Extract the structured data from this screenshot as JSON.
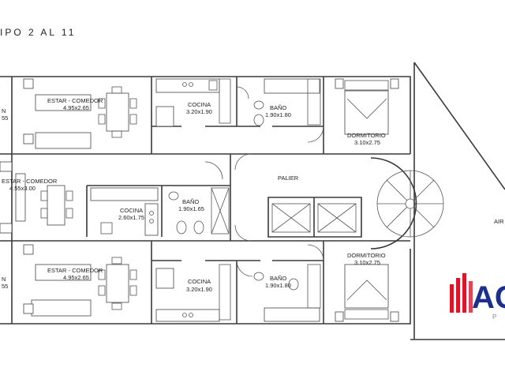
{
  "title": "IPO 2 AL 11",
  "rooms": {
    "estar_top": {
      "name": "ESTAR - COMEDOR",
      "dim": "4.95x2.65"
    },
    "cocina_top": {
      "name": "COCINA",
      "dim": "3.20x1.90"
    },
    "bano_top": {
      "name": "BAÑO",
      "dim": "1.90x1.80"
    },
    "dorm_top": {
      "name": "DORMITORIO",
      "dim": "3.10x2.75"
    },
    "estar_mid": {
      "name": "ESTAR - COMEDOR",
      "dim": "4.55x3.00"
    },
    "cocina_mid": {
      "name": "COCINA",
      "dim": "2.60x1.75"
    },
    "bano_mid": {
      "name": "BAÑO",
      "dim": "1.90x1.65"
    },
    "palier": {
      "name": "PALIER"
    },
    "estar_bot": {
      "name": "ESTAR - COMEDOR",
      "dim": "4.95x2.65"
    },
    "cocina_bot": {
      "name": "COCINA",
      "dim": "3.20x1.90"
    },
    "bano_bot": {
      "name": "BAÑO",
      "dim": "1.90x1.80"
    },
    "dorm_bot": {
      "name": "DORMITORIO",
      "dim": "3.10x2.75"
    },
    "aire": {
      "name": "AIR"
    },
    "edge_top_a": {
      "name": "N"
    },
    "edge_top_b": {
      "name": "55"
    },
    "edge_bot_a": {
      "name": "N"
    },
    "edge_bot_b": {
      "name": "55"
    }
  },
  "logo": {
    "text": "AC",
    "sub": "P"
  },
  "colors": {
    "logo_red": "#d8182a",
    "logo_blue": "#1c2f8f",
    "wall": "#3a3a3a"
  }
}
